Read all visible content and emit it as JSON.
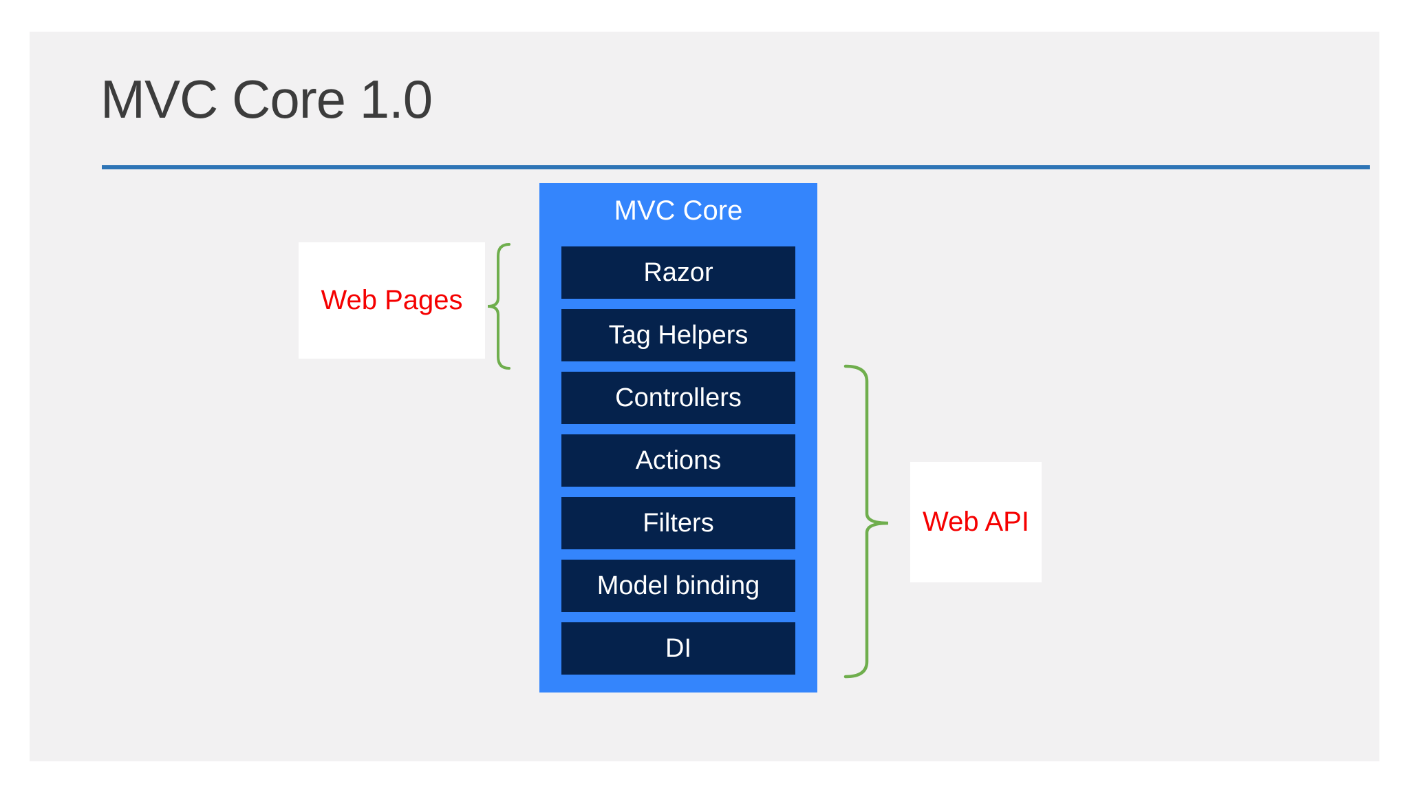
{
  "slide": {
    "title": "MVC Core 1.0"
  },
  "diagram": {
    "container": {
      "label": "MVC Core",
      "items": [
        {
          "label": "Razor"
        },
        {
          "label": "Tag Helpers"
        },
        {
          "label": "Controllers"
        },
        {
          "label": "Actions"
        },
        {
          "label": "Filters"
        },
        {
          "label": "Model binding"
        },
        {
          "label": "DI"
        }
      ]
    },
    "annotations": [
      {
        "label": "Web Pages",
        "side": "left",
        "brace": "left-curly",
        "spans": [
          "Razor",
          "Tag Helpers"
        ]
      },
      {
        "label": "Web API",
        "side": "right",
        "brace": "right-curly",
        "spans": [
          "Controllers",
          "Actions",
          "Filters",
          "Model binding",
          "DI"
        ]
      }
    ]
  },
  "colors": {
    "page_bg": "#ffffff",
    "slide_bg": "#f2f1f2",
    "title_text": "#3c3c3c",
    "title_rule": "#2e75b6",
    "container_blue": "#3485fc",
    "item_navy": "#05224c",
    "item_text": "#ffffff",
    "annotation_red": "#f50000",
    "brace_green": "#6fae4d",
    "annotation_bg": "#ffffff"
  }
}
